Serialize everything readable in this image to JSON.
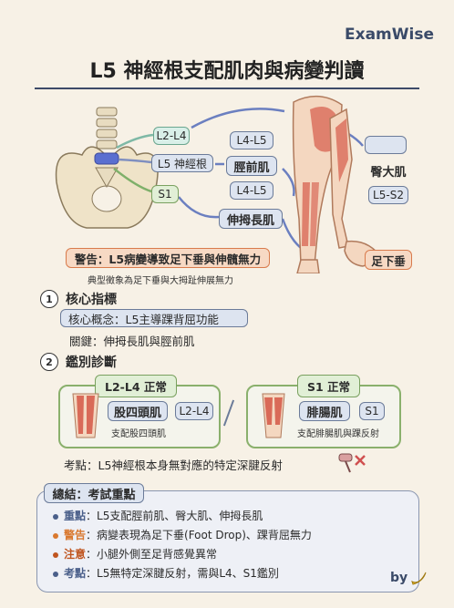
{
  "brand": "ExamWise",
  "title": "L5 神經根支配肌肉與病變判讀",
  "diagram": {
    "root_l2l4": "L2-L4",
    "root_l5": "L5 神經根",
    "root_s1": "S1",
    "ta_level": "L4-L5",
    "ta_name": "脛前肌",
    "ehl_level": "L4-L5",
    "ehl_name": "伸拇長肌",
    "gm_name": "臀大肌",
    "gm_level": "L5-S2",
    "footdrop": "足下垂"
  },
  "warning": {
    "text": "警告：L5病變導致足下垂與伸髖無力",
    "sub": "典型徵象為足下垂與大拇趾伸展無力"
  },
  "section1": {
    "num": "1",
    "title": "核心指標",
    "concept": "核心概念：L5主導踝背屈功能",
    "key": "關鍵：伸拇長肌與脛前肌"
  },
  "section2": {
    "num": "2",
    "title": "鑑別診斷",
    "left_label": "L2-L4 正常",
    "left_muscle": "股四頭肌",
    "left_level": "L2-L4",
    "left_caption": "支配股四頭肌",
    "right_label": "S1 正常",
    "right_muscle": "腓腸肌",
    "right_level": "S1",
    "right_caption": "支配腓腸肌與踝反射",
    "exam_point": "考點：L5神經根本身無對應的特定深腱反射"
  },
  "summary": {
    "title": "總結：考試重點",
    "rows": [
      {
        "tag": "重點",
        "text": "：L5支配脛前肌、臀大肌、伸拇長肌",
        "color": "#4a5f8a"
      },
      {
        "tag": "警告",
        "text": "：病變表現為足下垂(Foot Drop)、踝背屈無力",
        "color": "#d9782f"
      },
      {
        "tag": "注意",
        "text": "：小腿外側至足背感覺異常",
        "color": "#c0551f"
      },
      {
        "tag": "考點",
        "text": "：L5無特定深腱反射，需與L4、S1鑑別",
        "color": "#4a5f8a"
      }
    ]
  },
  "byline": "by"
}
